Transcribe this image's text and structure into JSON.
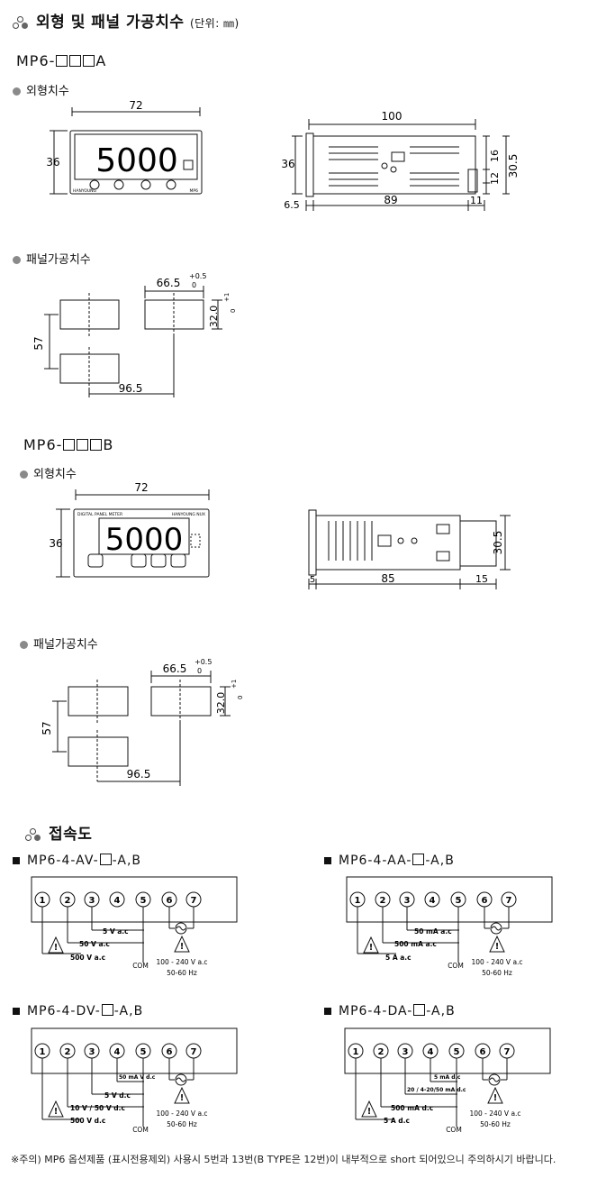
{
  "header": {
    "title": "외형 및 패널 가공치수",
    "unit": "(단위: ㎜)"
  },
  "model_a": {
    "prefix": "MP6-",
    "suffix": "A",
    "outline_label": "외형치수",
    "panel_label": "패널가공치수",
    "front": {
      "width": "72",
      "height": "36",
      "display": "5000",
      "brand_left": "HANYOUNG",
      "brand_right": "MP6"
    },
    "side": {
      "length": "100",
      "height": "36",
      "front_depth": "6.5",
      "body": "89",
      "tail": "11",
      "h1": "16",
      "h2": "12",
      "h3": "30.5"
    },
    "panel": {
      "cut_w": "66.5",
      "tol_w_plus": "+0.5",
      "tol_w_minus": "0",
      "cut_h": "32.0",
      "tol_h_plus": "+1",
      "tol_h_minus": "0",
      "pitch_v": "57",
      "pitch_h": "96.5"
    }
  },
  "model_b": {
    "prefix": "MP6-",
    "suffix": "B",
    "outline_label": "외형치수",
    "panel_label": "패널가공치수",
    "front": {
      "width": "72",
      "height": "36",
      "display": "5000",
      "brand_left": "DIGITAL PANEL METER",
      "brand_right": "HANYOUNG NUX"
    },
    "side": {
      "height": "30.5",
      "front": "5",
      "body": "85",
      "tail": "15"
    },
    "panel": {
      "cut_w": "66.5",
      "tol_w_plus": "+0.5",
      "tol_w_minus": "0",
      "cut_h": "32.0",
      "tol_h_plus": "+1",
      "tol_h_minus": "0",
      "pitch_v": "57",
      "pitch_h": "96.5"
    }
  },
  "wiring": {
    "title": "접속도",
    "terminals": [
      "1",
      "2",
      "3",
      "4",
      "5",
      "6",
      "7"
    ],
    "power": "100 - 240 V a.c",
    "freq": "50-60 Hz",
    "com": "COM",
    "diagrams": [
      {
        "model": "MP6-4-AV-",
        "tail": "-A,B",
        "r1": "5 V a.c",
        "r2": "50 V a.c",
        "r3": "500 V a.c"
      },
      {
        "model": "MP6-4-AA-",
        "tail": "-A,B",
        "r1": "50 mA a.c",
        "r2": "500 mA a.c",
        "r3": "5 A a.c"
      },
      {
        "model": "MP6-4-DV-",
        "tail": "-A,B",
        "r0": "50 mA V d.c",
        "r1": "5 V d.c",
        "r2": "10 V / 50 V d.c",
        "r3": "500 V d.c"
      },
      {
        "model": "MP6-4-DA-",
        "tail": "-A,B",
        "r0": "5 mA d.c",
        "r1": "20 / 4-20/50 mA d.c",
        "r2": "500 mA d.c",
        "r3": "5 A d.c"
      }
    ]
  },
  "footnote": "※주의) MP6 옵션제품 (표시전용제외) 사용시 5번과 13번(B TYPE은 12번)이 내부적으로 short 되어있으니 주의하시기 바랍니다."
}
